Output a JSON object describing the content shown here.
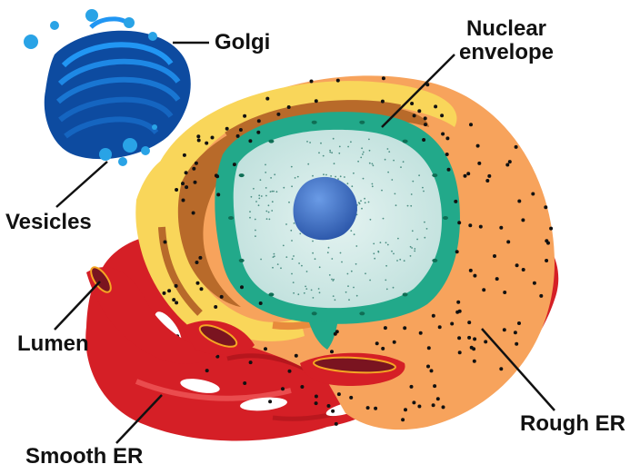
{
  "labels": {
    "golgi": "Golgi",
    "nuclear_line1": "Nuclear",
    "nuclear_line2": "envelope",
    "vesicles": "Vesicles",
    "lumen": "Lumen",
    "rough_er": "Rough ER",
    "smooth_er": "Smooth ER"
  },
  "colors": {
    "golgi_dark": "#0a3f8f",
    "golgi_mid": "#1565c0",
    "golgi_light": "#2196f3",
    "smooth_er": "#d51f26",
    "smooth_er_light": "#f26060",
    "rough_er_outer": "#f7a35c",
    "rough_er_brown": "#b86a2a",
    "rough_er_yellow": "#f9d65a",
    "nuclear_envelope": "#22a98a",
    "nucleoplasm": "#cfe7e4",
    "nucleolus": "#3d6fc7",
    "ribosome": "#111111"
  }
}
